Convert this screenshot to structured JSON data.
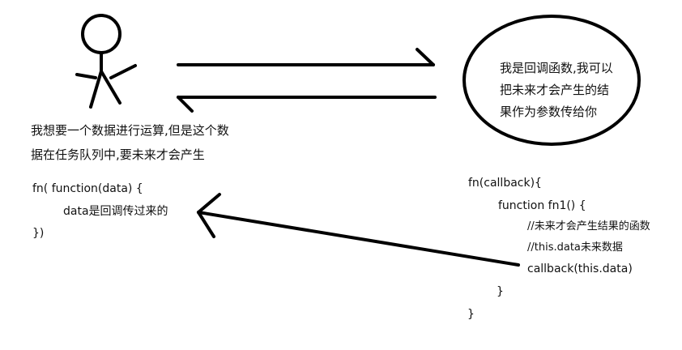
{
  "person_caption": {
    "line1": "我想要一个数据进行运算,但是这个数",
    "line2": "据在任务队列中,要未来才会产生"
  },
  "callback_bubble": {
    "line1": "我是回调函数,我可以",
    "line2": "把未来才会产生的结",
    "line3": "果作为参数传给你"
  },
  "caller_code": {
    "line1": "fn( function(data) {",
    "line2": "data是回调传过来的",
    "line3": "})"
  },
  "callee_code": {
    "line1": "fn(callback){",
    "line2": "function fn1() {",
    "line3": "//未来才会产生结果的函数",
    "line4": "//this.data未来数据",
    "line5": "callback(this.data)",
    "line6": "}",
    "line7": "}"
  },
  "style": {
    "ink_color": "#000000",
    "background_color": "#ffffff"
  }
}
